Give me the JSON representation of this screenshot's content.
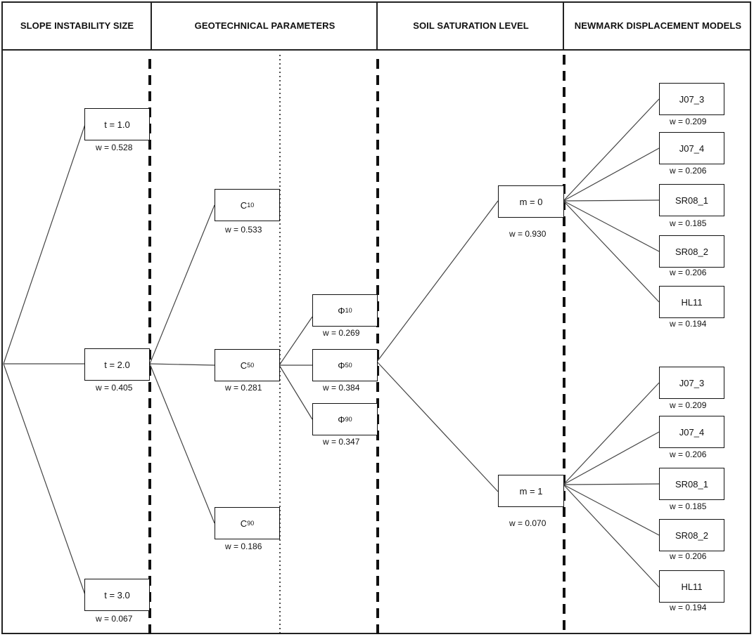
{
  "headers": {
    "col1": "SLOPE INSTABILITY SIZE",
    "col2": "GEOTECHNICAL PARAMETERS",
    "col3": "SOIL SATURATION LEVEL",
    "col4": "NEWMARK DISPLACEMENT MODELS"
  },
  "slope_size": [
    {
      "label": "t = 1.0",
      "weight": "w = 0.528"
    },
    {
      "label": "t = 2.0",
      "weight": "w = 0.405"
    },
    {
      "label": "t = 3.0",
      "weight": "w = 0.067"
    }
  ],
  "cohesion": [
    {
      "symbol": "C",
      "sub": "10",
      "weight": "w = 0.533"
    },
    {
      "symbol": "C",
      "sub": "50",
      "weight": "w = 0.281"
    },
    {
      "symbol": "C",
      "sub": "90",
      "weight": "w = 0.186"
    }
  ],
  "friction": [
    {
      "symbol": "Φ",
      "sub": "10",
      "weight": "w = 0.269"
    },
    {
      "symbol": "Φ",
      "sub": "50",
      "weight": "w = 0.384"
    },
    {
      "symbol": "Φ",
      "sub": "90",
      "weight": "w = 0.347"
    }
  ],
  "saturation": [
    {
      "label": "m = 0",
      "weight": "w = 0.930"
    },
    {
      "label": "m = 1",
      "weight": "w = 0.070"
    }
  ],
  "models_m0": [
    {
      "label": "J07_3",
      "weight": "w = 0.209"
    },
    {
      "label": "J07_4",
      "weight": "w = 0.206"
    },
    {
      "label": "SR08_1",
      "weight": "w = 0.185"
    },
    {
      "label": "SR08_2",
      "weight": "w = 0.206"
    },
    {
      "label": "HL11",
      "weight": "w = 0.194"
    }
  ],
  "models_m1": [
    {
      "label": "J07_3",
      "weight": "w = 0.209"
    },
    {
      "label": "J07_4",
      "weight": "w = 0.206"
    },
    {
      "label": "SR08_1",
      "weight": "w = 0.185"
    },
    {
      "label": "SR08_2",
      "weight": "w = 0.206"
    },
    {
      "label": "HL11",
      "weight": "w = 0.194"
    }
  ]
}
